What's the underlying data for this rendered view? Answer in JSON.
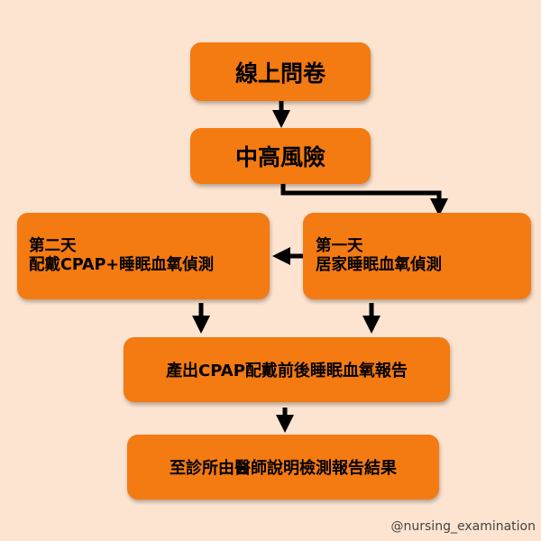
{
  "flowchart": {
    "step1": "線上問卷",
    "step2": "中高風險",
    "day1": {
      "line1": "第一天",
      "line2": "居家睡眠血氧偵測"
    },
    "day2": {
      "line1": "第二天",
      "line2": "配戴CPAP+睡眠血氧偵測"
    },
    "report": "產出CPAP配戴前後睡眠血氧報告",
    "result": "至診所由醫師說明檢測報告結果"
  },
  "watermark": "@nursing_examination",
  "colors": {
    "background": "#fde4d0",
    "box": "#f47a12",
    "arrow": "#000000",
    "text": "#000000"
  }
}
